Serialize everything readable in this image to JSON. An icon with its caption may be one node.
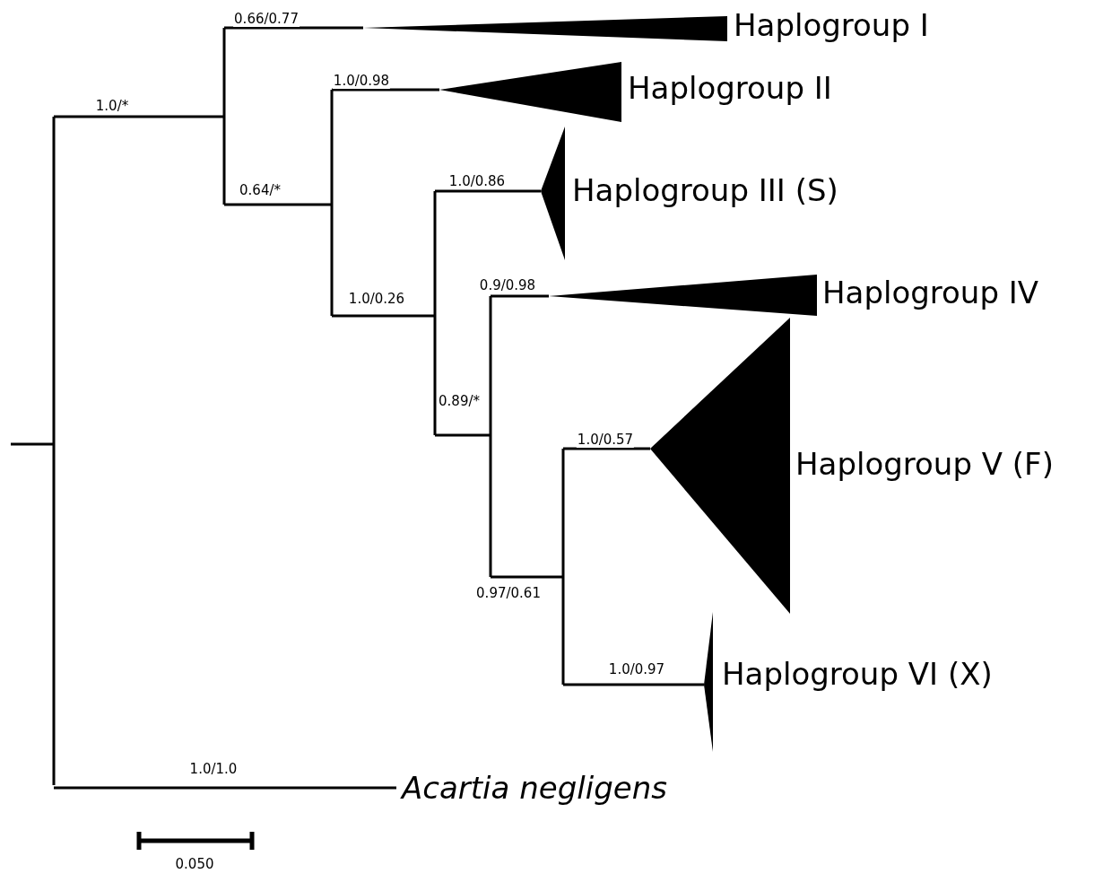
{
  "diagram": {
    "nodes": [
      {
        "text": [],
        "shape": "triangle",
        "beside": [
          "Haplogroup I"
        ]
      },
      {
        "text": [],
        "shape": "triangle",
        "beside": [
          "Haplogroup II"
        ]
      },
      {
        "text": [],
        "shape": "triangle",
        "beside": [
          "Haplogroup III (S)"
        ]
      },
      {
        "text": [],
        "shape": "triangle",
        "beside": [
          "Haplogroup IV"
        ]
      },
      {
        "text": [],
        "shape": "triangle",
        "beside": [
          "Haplogroup V (F)"
        ]
      },
      {
        "text": [],
        "shape": "triangle",
        "beside": [
          "Haplogroup VI (X)"
        ]
      },
      {
        "text": [
          "Acartia negligens"
        ]
      }
    ],
    "edges": [
      {
        "from": null,
        "to": 0,
        "arrow": "none",
        "label": "0.66/0.77"
      },
      {
        "from": null,
        "to": 1,
        "arrow": "none",
        "label": "1.0/0.98"
      },
      {
        "from": null,
        "to": 2,
        "arrow": "none",
        "label": "1.0/0.86"
      },
      {
        "from": null,
        "to": 3,
        "arrow": "none",
        "label": "0.9/0.98"
      },
      {
        "from": null,
        "to": 4,
        "arrow": "none",
        "label": "1.0/0.57"
      },
      {
        "from": null,
        "to": 5,
        "arrow": "none",
        "label": "1.0/0.97"
      },
      {
        "from": null,
        "to": 6,
        "arrow": "none",
        "label": "1.0/1.0"
      }
    ],
    "labels": [
      "1.0/*",
      "0.64/*",
      "1.0/0.26",
      "0.89/*",
      "0.97/0.61",
      "0.050"
    ]
  }
}
